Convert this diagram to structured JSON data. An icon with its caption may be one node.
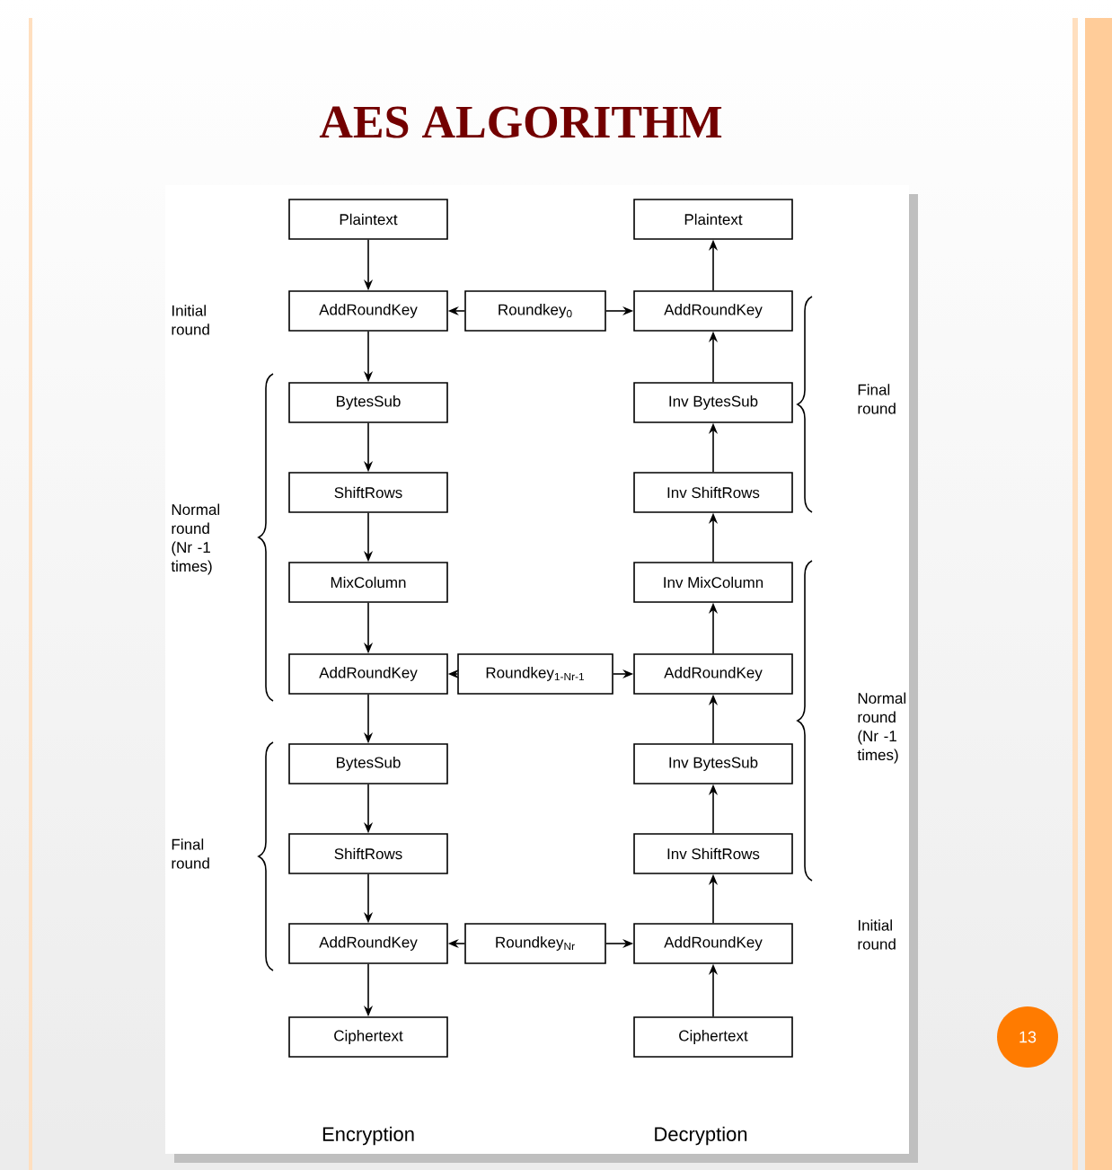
{
  "diagram": {
    "title": "AES ALGORITHM",
    "nodes": [
      {
        "text": [
          "Plaintext"
        ]
      },
      {
        "text": [
          "AddRoundKey"
        ]
      },
      {
        "text": [
          "BytesSub"
        ]
      },
      {
        "text": [
          "ShiftRows"
        ]
      },
      {
        "text": [
          "MixColumn"
        ]
      },
      {
        "text": [
          "AddRoundKey"
        ]
      },
      {
        "text": [
          "BytesSub"
        ]
      },
      {
        "text": [
          "ShiftRows"
        ]
      },
      {
        "text": [
          "AddRoundKey"
        ]
      },
      {
        "text": [
          "Ciphertext"
        ]
      },
      {
        "text": [
          "Roundkey$_{0}$"
        ]
      },
      {
        "text": [
          "Roundkey$_{1-Nr-1}$"
        ]
      },
      {
        "text": [
          "Roundkey$_{Nr}$"
        ]
      },
      {
        "text": [
          "Plaintext"
        ]
      },
      {
        "text": [
          "AddRoundKey"
        ]
      },
      {
        "text": [
          "Inv BytesSub"
        ]
      },
      {
        "text": [
          "Inv ShiftRows"
        ]
      },
      {
        "text": [
          "Inv MixColumn"
        ]
      },
      {
        "text": [
          "AddRoundKey"
        ]
      },
      {
        "text": [
          "Inv BytesSub"
        ]
      },
      {
        "text": [
          "Inv ShiftRows"
        ]
      },
      {
        "text": [
          "AddRoundKey"
        ]
      },
      {
        "text": [
          "Ciphertext"
        ]
      },
      {
        "text": [
          "13"
        ]
      }
    ],
    "edges": [
      {
        "from": 0,
        "to": 1,
        "arrow": "to"
      },
      {
        "from": 1,
        "to": 2,
        "arrow": "to"
      },
      {
        "from": 2,
        "to": 3,
        "arrow": "to"
      },
      {
        "from": 3,
        "to": 4,
        "arrow": "to"
      },
      {
        "from": 4,
        "to": 5,
        "arrow": "to"
      },
      {
        "from": 5,
        "to": 6,
        "arrow": "to"
      },
      {
        "from": 6,
        "to": 7,
        "arrow": "to"
      },
      {
        "from": 7,
        "to": 8,
        "arrow": "to"
      },
      {
        "from": 8,
        "to": 9,
        "arrow": "to"
      },
      {
        "from": 10,
        "to": 1,
        "arrow": "to"
      },
      {
        "from": 10,
        "to": 14,
        "arrow": "to"
      },
      {
        "from": 11,
        "to": 5,
        "arrow": "to"
      },
      {
        "from": 11,
        "to": 18,
        "arrow": "to"
      },
      {
        "from": 12,
        "to": 8,
        "arrow": "to"
      },
      {
        "from": 12,
        "to": 21,
        "arrow": "to"
      },
      {
        "from": 22,
        "to": 21,
        "arrow": "to"
      },
      {
        "from": 21,
        "to": 20,
        "arrow": "to"
      },
      {
        "from": 20,
        "to": 19,
        "arrow": "to"
      },
      {
        "from": 19,
        "to": 18,
        "arrow": "to"
      },
      {
        "from": 18,
        "to": 17,
        "arrow": "to"
      },
      {
        "from": 17,
        "to": 16,
        "arrow": "to"
      },
      {
        "from": 16,
        "to": 15,
        "arrow": "to"
      },
      {
        "from": 15,
        "to": 14,
        "arrow": "to"
      },
      {
        "from": 14,
        "to": 13,
        "arrow": "to"
      }
    ],
    "labels": [
      "Initial round",
      "Final round",
      "Normal round (Nr -1 times)",
      "Normal round (Nr -1 times)",
      "Final round",
      "Initial round",
      "Encryption",
      "Decryption"
    ]
  }
}
